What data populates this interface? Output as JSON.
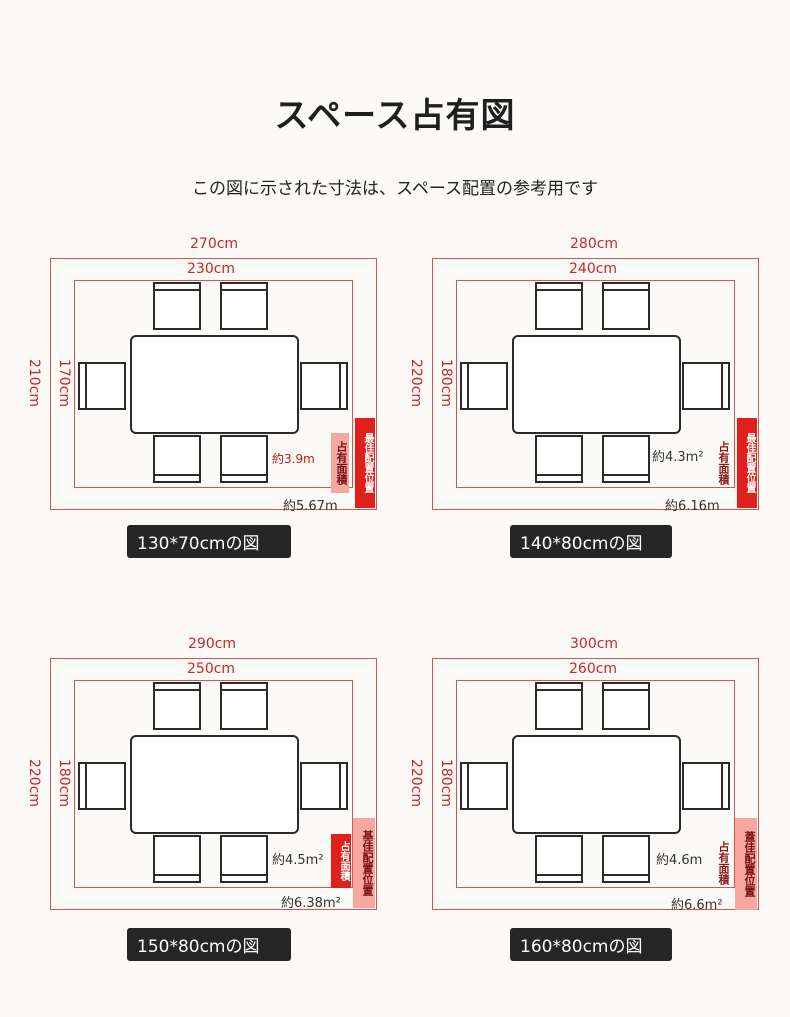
{
  "title": "スペース占有図",
  "subtitle": "この図に示された寸法は、スペース配置の参考用です",
  "diagrams": [
    {
      "outer_w": "270cm",
      "inner_w": "230cm",
      "outer_h": "210cm",
      "inner_h": "170cm",
      "area_small": "約3.9m",
      "area_big": "約5.67m",
      "label_small": "占有面積",
      "label_big": "最佳配置位置",
      "caption": "130*70cmの図"
    },
    {
      "outer_w": "280cm",
      "inner_w": "240cm",
      "outer_h": "220cm",
      "inner_h": "180cm",
      "area_small": "約4.3m²",
      "area_big": "約6.16m",
      "label_small": "占有面積",
      "label_big": "最佳配置位置",
      "caption": "140*80cmの図"
    },
    {
      "outer_w": "290cm",
      "inner_w": "250cm",
      "outer_h": "220cm",
      "inner_h": "180cm",
      "area_small": "約4.5m²",
      "area_big": "約6.38m²",
      "label_small": "占有面積",
      "label_big": "基佳配置位置",
      "caption": "150*80cmの図"
    },
    {
      "outer_w": "300cm",
      "inner_w": "260cm",
      "outer_h": "220cm",
      "inner_h": "180cm",
      "area_small": "約4.6m",
      "area_big": "約6.6m²",
      "label_small": "占有面積",
      "label_big": "蓋佳配置位置",
      "caption": "160*80cmの図"
    }
  ]
}
